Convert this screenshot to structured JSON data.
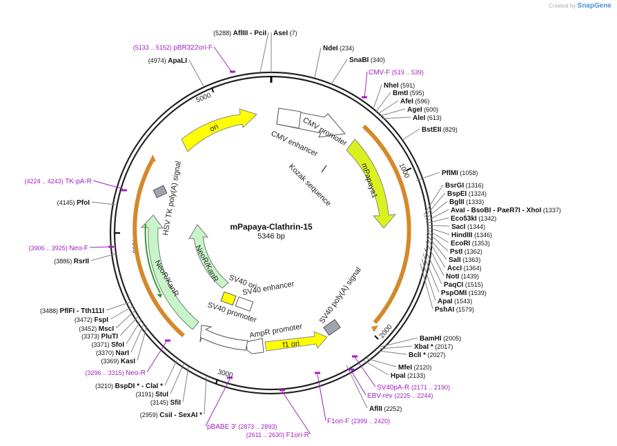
{
  "watermark": {
    "prefix": "Created by",
    "brand": "SnapGene"
  },
  "plasmid": {
    "name": "mPapaya-Clathrin-15",
    "size": "5346 bp"
  },
  "ring_ticks": [
    "1000",
    "2000",
    "3000",
    "4000",
    "5000"
  ],
  "colors": {
    "backbone": "#222222",
    "site_line": "#808080",
    "primer": "#a020c0",
    "orf_yellow": "#ffff00",
    "kanr_green": "#c8f5c8",
    "orange_outline": "#d4892a"
  },
  "features": [
    {
      "name": "CMV enhancer",
      "label": "CMV enhancer",
      "type": "enhancer"
    },
    {
      "name": "CMV promoter",
      "label": "CMV promoter",
      "type": "promoter"
    },
    {
      "name": "Kozak sequence",
      "label": "Kozak sequence",
      "type": "misc"
    },
    {
      "name": "mPapaya1",
      "label": "mPapaya1",
      "type": "cds"
    },
    {
      "name": "SV40 poly(A) signal",
      "label": "SV40 poly(A) signal",
      "type": "terminator"
    },
    {
      "name": "f1 ori",
      "label": "f1 ori",
      "type": "ori"
    },
    {
      "name": "AmpR promoter",
      "label": "AmpR promoter",
      "type": "promoter"
    },
    {
      "name": "SV40 promoter",
      "label": "SV40 promoter",
      "type": "promoter"
    },
    {
      "name": "SV40 ori",
      "label": "SV40 ori",
      "type": "ori"
    },
    {
      "name": "SV40 enhancer",
      "label": "SV40 enhancer",
      "type": "enhancer"
    },
    {
      "name": "NeoR/KanR inner",
      "label": "NeoR/KanR",
      "type": "cds"
    },
    {
      "name": "NeoR/KanR outer",
      "label": "NeoR/KanR",
      "type": "cds"
    },
    {
      "name": "HSV TK poly(A) signal",
      "label": "HSV TK poly(A) signal",
      "type": "terminator"
    },
    {
      "name": "ori",
      "label": "ori",
      "type": "ori"
    }
  ],
  "sites_left": [
    {
      "num": "(5288)",
      "names": [
        "AflIII",
        "- PciI"
      ]
    },
    {
      "num": "(4974)",
      "names": [
        "ApaLI"
      ]
    },
    {
      "num": "(4145)",
      "names": [
        "PfoI"
      ]
    },
    {
      "num": "(3886)",
      "names": [
        "RsrII"
      ]
    },
    {
      "num": "(3488)",
      "names": [
        "PflFI",
        "- Tth111I"
      ]
    },
    {
      "num": "(3472)",
      "names": [
        "FspI"
      ]
    },
    {
      "num": "(3452)",
      "names": [
        "MscI"
      ]
    },
    {
      "num": "(3373)",
      "names": [
        "PluTI"
      ]
    },
    {
      "num": "(3371)",
      "names": [
        "SfoI"
      ]
    },
    {
      "num": "(3370)",
      "names": [
        "NarI"
      ]
    },
    {
      "num": "(3369)",
      "names": [
        "KasI"
      ]
    },
    {
      "num": "(3210)",
      "names": [
        "BspDI *",
        "- ClaI *"
      ]
    },
    {
      "num": "(3191)",
      "names": [
        "StuI"
      ]
    },
    {
      "num": "(3145)",
      "names": [
        "SfiI"
      ]
    },
    {
      "num": "(2959)",
      "names": [
        "CsiI",
        "- SexAI *"
      ]
    }
  ],
  "sites_right": [
    {
      "names": [
        "AseI"
      ],
      "num": "(7)"
    },
    {
      "names": [
        "NdeI"
      ],
      "num": "(234)"
    },
    {
      "names": [
        "SnaBI"
      ],
      "num": "(340)"
    },
    {
      "names": [
        "NheI"
      ],
      "num": "(591)"
    },
    {
      "names": [
        "BmtI"
      ],
      "num": "(595)"
    },
    {
      "names": [
        "AfeI"
      ],
      "num": "(596)"
    },
    {
      "names": [
        "AgeI"
      ],
      "num": "(600)"
    },
    {
      "names": [
        "AleI"
      ],
      "num": "(613)"
    },
    {
      "names": [
        "BstEII"
      ],
      "num": "(829)"
    },
    {
      "names": [
        "PflMI"
      ],
      "num": "(1058)"
    },
    {
      "names": [
        "BsrGI"
      ],
      "num": "(1316)"
    },
    {
      "names": [
        "BspEI"
      ],
      "num": "(1324)"
    },
    {
      "names": [
        "BglII"
      ],
      "num": "(1333)"
    },
    {
      "names": [
        "AvaI",
        "- BsoBI",
        "- PaeR7I",
        "- XhoI"
      ],
      "num": "(1337)"
    },
    {
      "names": [
        "Eco53kI"
      ],
      "num": "(1342)"
    },
    {
      "names": [
        "SacI"
      ],
      "num": "(1344)"
    },
    {
      "names": [
        "HindIII"
      ],
      "num": "(1346)"
    },
    {
      "names": [
        "EcoRI"
      ],
      "num": "(1353)"
    },
    {
      "names": [
        "PstI"
      ],
      "num": "(1362)"
    },
    {
      "names": [
        "SalI"
      ],
      "num": "(1363)"
    },
    {
      "names": [
        "AccI"
      ],
      "num": "(1364)"
    },
    {
      "names": [
        "NotI"
      ],
      "num": "(1439)"
    },
    {
      "names": [
        "PaqCI"
      ],
      "num": "(1515)"
    },
    {
      "names": [
        "PspOMI"
      ],
      "num": "(1539)"
    },
    {
      "names": [
        "ApaI"
      ],
      "num": "(1543)"
    },
    {
      "names": [
        "PshAI"
      ],
      "num": "(1579)"
    },
    {
      "names": [
        "BamHI"
      ],
      "num": "(2005)"
    },
    {
      "names": [
        "XbaI *"
      ],
      "num": "(2017)"
    },
    {
      "names": [
        "BclI *"
      ],
      "num": "(2027)"
    },
    {
      "names": [
        "MfeI"
      ],
      "num": "(2120)"
    },
    {
      "names": [
        "HpaI"
      ],
      "num": "(2133)"
    },
    {
      "names": [
        "AflII"
      ],
      "num": "(2252)"
    }
  ],
  "primers": [
    {
      "range": "(5133 .. 5152)",
      "name": "pBR322ori-F"
    },
    {
      "range": "(519 .. 539)",
      "name": "CMV-F"
    },
    {
      "range": "(4224 .. 4243)",
      "name": "TK-pA-R"
    },
    {
      "range": "(3906 .. 3925)",
      "name": "Neo-F"
    },
    {
      "range": "(3296 .. 3315)",
      "name": "Neo-R"
    },
    {
      "range": "(2873 .. 2893)",
      "name": "pBABE 3'"
    },
    {
      "range": "(2611 .. 2630)",
      "name": "F1ori-R"
    },
    {
      "range": "(2399 .. 2420)",
      "name": "F1ori-F"
    },
    {
      "range": "(2225 .. 2244)",
      "name": "EBV-rev"
    },
    {
      "range": "(2171 .. 2190)",
      "name": "SV40pA-R"
    }
  ]
}
